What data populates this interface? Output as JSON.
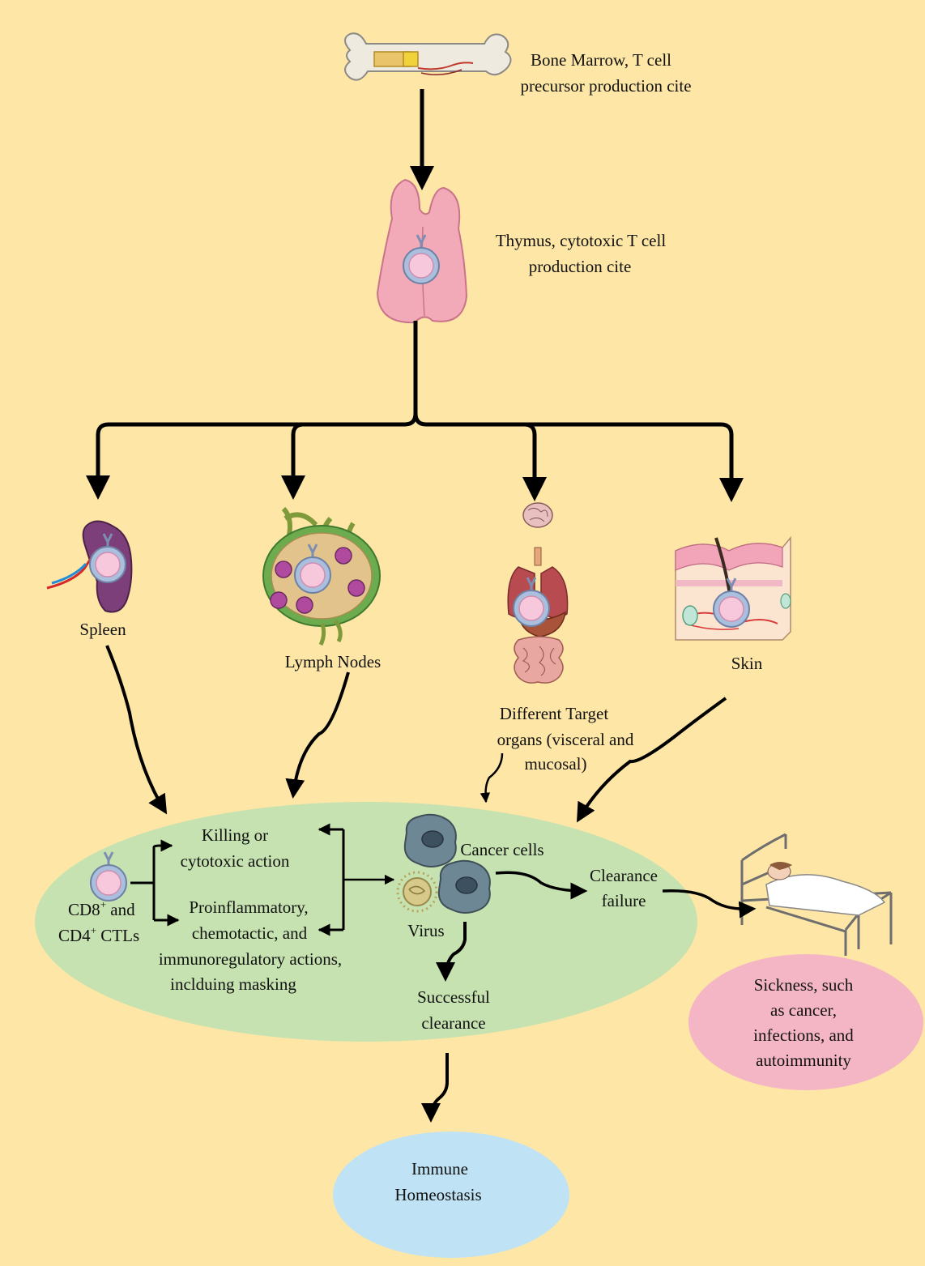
{
  "labels": {
    "bone_marrow": [
      "Bone Marrow, T cell",
      "precursor production cite"
    ],
    "thymus": [
      "Thymus, cytotoxic T cell",
      "production cite"
    ],
    "spleen": "Spleen",
    "lymph_nodes": "Lymph Nodes",
    "target_organs": [
      "Different Target",
      "organs (visceral and",
      "mucosal)"
    ],
    "skin": "Skin",
    "ctl": {
      "cd8": "CD8",
      "sup1": "+",
      "and": " and",
      "cd4": "CD4",
      "sup2": "+",
      "ctls": " CTLs"
    },
    "killing": [
      "Killing or",
      "cytotoxic action"
    ],
    "proinflammatory": [
      "Proinflammatory,",
      "chemotactic, and",
      "immunoregulatory actions,",
      "inclduing masking"
    ],
    "cancer_cells": "Cancer cells",
    "virus": "Virus",
    "clearance_failure": [
      "Clearance",
      "failure"
    ],
    "successful_clearance": [
      "Successful",
      "clearance"
    ],
    "sickness": [
      "Sickness, such",
      "as cancer,",
      "infections, and",
      "autoimmunity"
    ],
    "immune_homeostasis": [
      "Immune",
      "Homeostasis"
    ]
  },
  "colors": {
    "background": "#FEE6A6",
    "central_ellipse": "#C6E2B0",
    "sickness_ellipse": "#F4B6C4",
    "homeostasis_ellipse": "#BFE3F4",
    "arrow": "#000000"
  }
}
